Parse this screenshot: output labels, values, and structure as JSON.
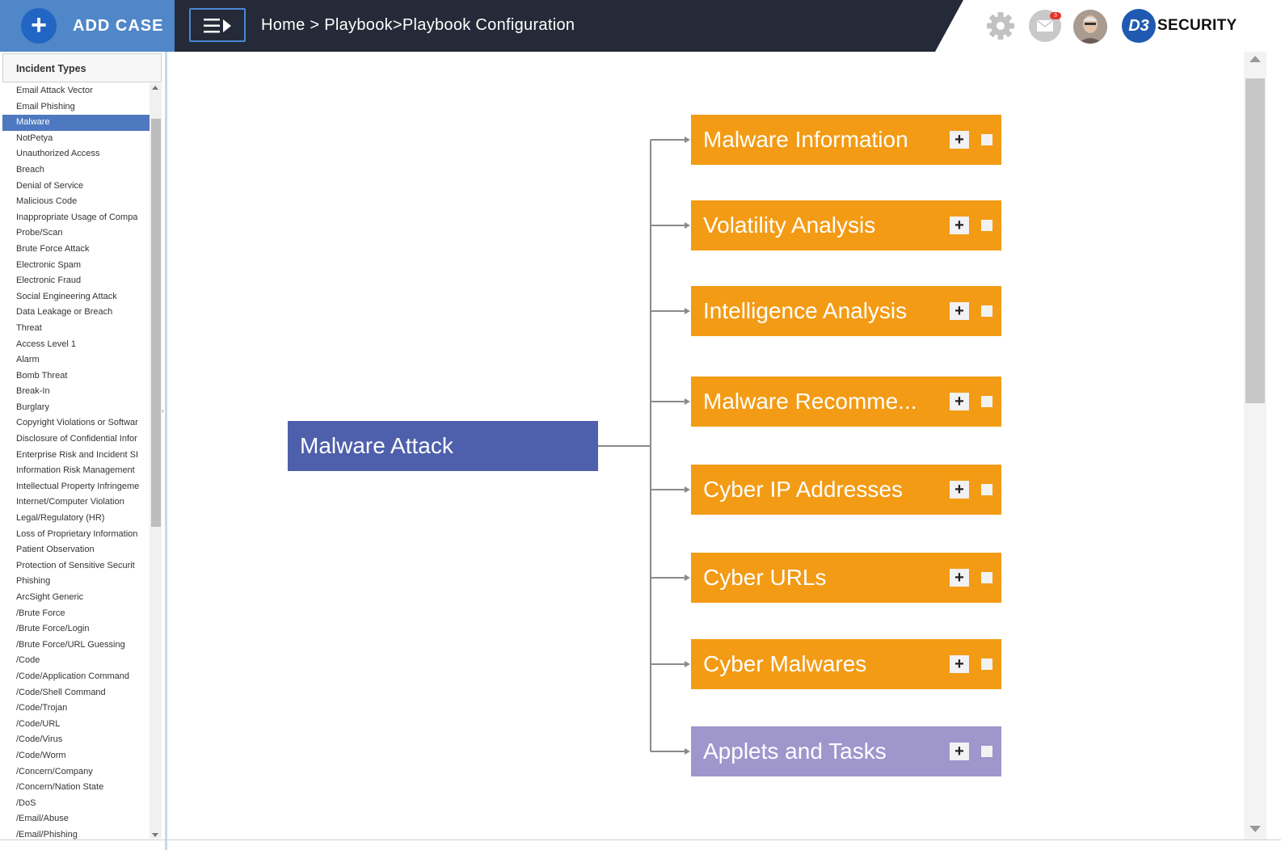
{
  "header": {
    "add_case_label": "ADD CASE",
    "breadcrumb": "Home > Playbook>Playbook Configuration",
    "mail_badge": "3",
    "logo_mark": "D3",
    "logo_text": "SECURITY",
    "colors": {
      "bar": "#252a38",
      "add_case": "#5087c8",
      "accent": "#2266c4"
    }
  },
  "sidebar": {
    "title": "Incident Types",
    "selected": "Malware",
    "items": [
      "Email Attack Vector",
      "Email Phishing",
      "Malware",
      "NotPetya",
      "Unauthorized Access",
      "Breach",
      "Denial of Service",
      "Malicious Code",
      "Inappropriate Usage of Compa",
      "Probe/Scan",
      "Brute Force Attack",
      "Electronic Spam",
      "Electronic Fraud",
      "Social Engineering Attack",
      "Data Leakage or Breach",
      "Threat",
      "Access Level 1",
      "Alarm",
      "Bomb Threat",
      "Break-In",
      "Burglary",
      "Copyright Violations or Softwar",
      "Disclosure of Confidential Infor",
      "Enterprise Risk and Incident SI",
      "Information Risk Management",
      "Intellectual Property Infringeme",
      "Internet/Computer Violation",
      "Legal/Regulatory (HR)",
      "Loss of Proprietary Information",
      "Patient Observation",
      "Protection of Sensitive Securit",
      "Phishing",
      "ArcSight Generic",
      "/Brute Force",
      "/Brute Force/Login",
      "/Brute Force/URL Guessing",
      "/Code",
      "/Code/Application Command",
      "/Code/Shell Command",
      "/Code/Trojan",
      "/Code/URL",
      "/Code/Virus",
      "/Code/Worm",
      "/Concern/Company",
      "/Concern/Nation State",
      "/DoS",
      "/Email/Abuse",
      "/Email/Phishing"
    ]
  },
  "playbook": {
    "root": "Malware Attack",
    "children": [
      {
        "label": "Malware Information",
        "color": "#f39b14"
      },
      {
        "label": "Volatility Analysis",
        "color": "#f39b14"
      },
      {
        "label": "Intelligence Analysis",
        "color": "#f39b14"
      },
      {
        "label": "Malware Recomme...",
        "color": "#f39b14"
      },
      {
        "label": "Cyber IP Addresses",
        "color": "#f39b14"
      },
      {
        "label": "Cyber URLs",
        "color": "#f39b14"
      },
      {
        "label": "Cyber Malwares",
        "color": "#f39b14"
      },
      {
        "label": "Applets and Tasks",
        "color": "#9f96cc"
      }
    ],
    "node_add_glyph": "+"
  }
}
